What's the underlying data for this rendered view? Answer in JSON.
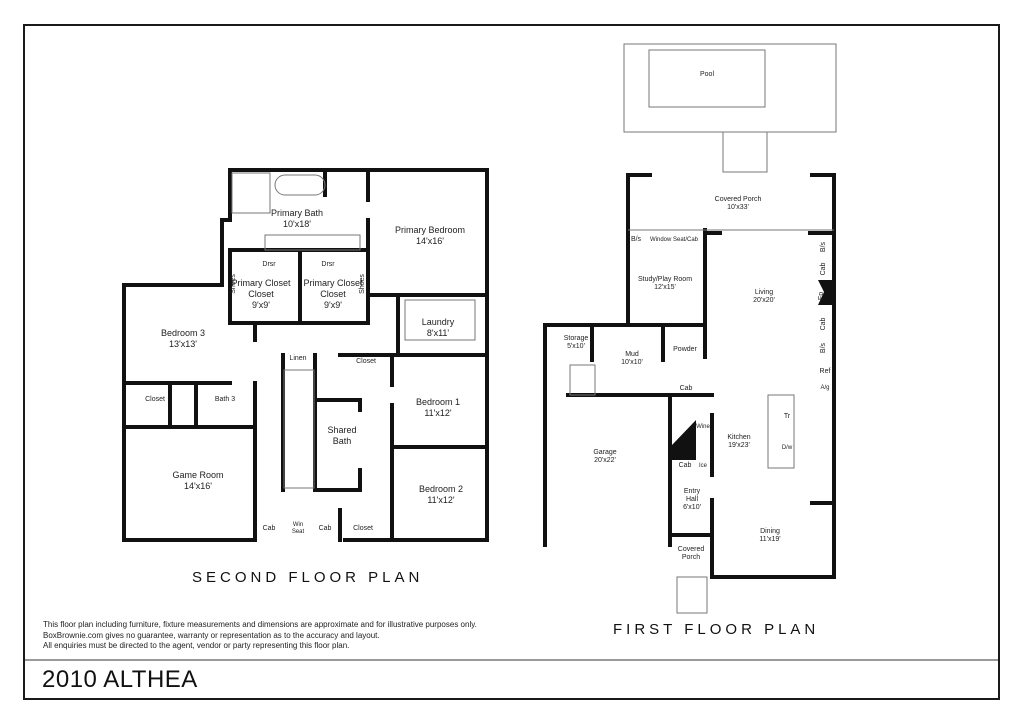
{
  "address": "2010 ALTHEA",
  "disclaimer": [
    "This floor plan including furniture, fixture measurements and dimensions are approximate and for illustrative purposes only.",
    "BoxBrownie.com gives no guarantee, warranty or representation as to the accuracy and layout.",
    "All enquiries must be directed to the agent, vendor or party representing this floor plan."
  ],
  "second_floor": {
    "title": "SECOND FLOOR PLAN",
    "rooms": [
      {
        "name": "Primary Bath",
        "size": "10'x18'"
      },
      {
        "name": "Primary Bedroom",
        "size": "14'x16'"
      },
      {
        "name": "Primary Closet",
        "size": "9'x9'"
      },
      {
        "name": "Primary Closet",
        "size": "9'x9'"
      },
      {
        "name": "Laundry",
        "size": "8'x11'"
      },
      {
        "name": "Bedroom 3",
        "size": "13'x13'"
      },
      {
        "name": "Bath 3",
        "size": ""
      },
      {
        "name": "Shared Bath",
        "size": ""
      },
      {
        "name": "Bedroom 1",
        "size": "11'x12'"
      },
      {
        "name": "Bedroom 2",
        "size": "11'x12'"
      },
      {
        "name": "Game Room",
        "size": "14'x16'"
      }
    ],
    "fixtures": {
      "drsr": "Drsr",
      "shoes": "Shoes",
      "closet": "Closet",
      "linen": "Linen",
      "cab": "Cab",
      "win_seat_1": "Win",
      "win_seat_2": "Seat",
      "shared_1": "Shared",
      "shared_2": "Bath",
      "primary": "Primary",
      "closet_word": "Closet"
    }
  },
  "first_floor": {
    "title": "FIRST FLOOR PLAN",
    "pool": "Pool",
    "rooms": [
      {
        "name": "Covered Porch",
        "size": "10'x33'"
      },
      {
        "name": "Study/Play Room",
        "size": "12'x15'"
      },
      {
        "name": "Living",
        "size": "20'x20'"
      },
      {
        "name": "Storage",
        "size": "5'x10'"
      },
      {
        "name": "Mud",
        "size": "10'x10'"
      },
      {
        "name": "Powder",
        "size": ""
      },
      {
        "name": "Garage",
        "size": "20'x22'"
      },
      {
        "name": "Kitchen",
        "size": "19'x23'"
      },
      {
        "name": "Entry Hall",
        "size": "6'x10'"
      },
      {
        "name": "Dining",
        "size": "11'x19'"
      },
      {
        "name": "Covered Porch",
        "size": ""
      }
    ],
    "fixtures": {
      "bs": "B/s",
      "window_seat_cab": "Window Seat/Cab",
      "cab": "Cab",
      "fp": "Fp",
      "ref": "Ref",
      "ag": "A/g",
      "tr": "Tr",
      "dw": "D/w",
      "wine": "Wine",
      "ice": "Ice",
      "entry_1": "Entry",
      "entry_2": "Hall",
      "porch_1": "Covered",
      "porch_2": "Porch"
    }
  }
}
